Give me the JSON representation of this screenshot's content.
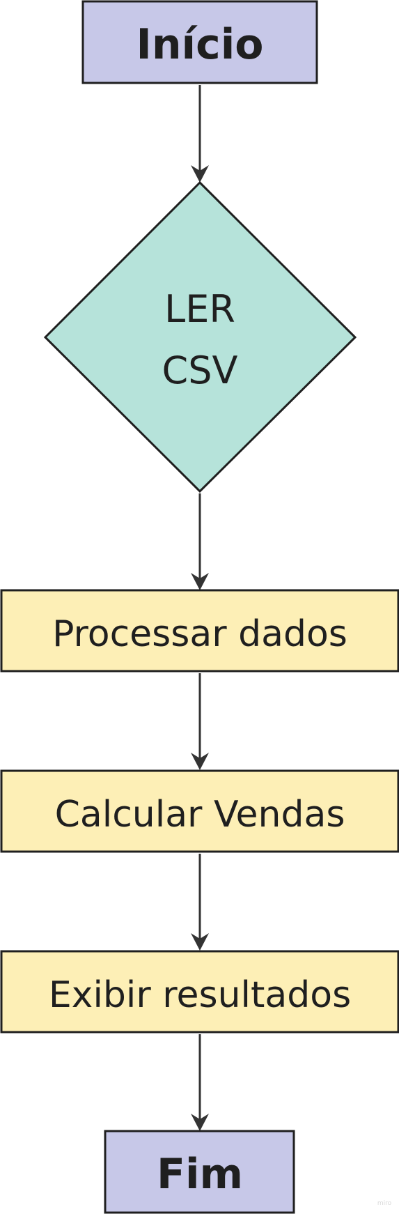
{
  "colors": {
    "terminal_fill": "#c7c8e8",
    "decision_fill": "#b6e3da",
    "process_fill": "#fdefb6",
    "stroke": "#1f1f1f",
    "arrow": "#333333"
  },
  "nodes": {
    "start": {
      "label": "Início"
    },
    "decision": {
      "line1": "LER",
      "line2": "CSV"
    },
    "process_data": {
      "label": "Processar dados"
    },
    "calculate_sales": {
      "label": "Calcular Vendas"
    },
    "show_results": {
      "label": "Exibir resultados"
    },
    "end": {
      "label": "Fim"
    }
  },
  "watermark": "miro"
}
